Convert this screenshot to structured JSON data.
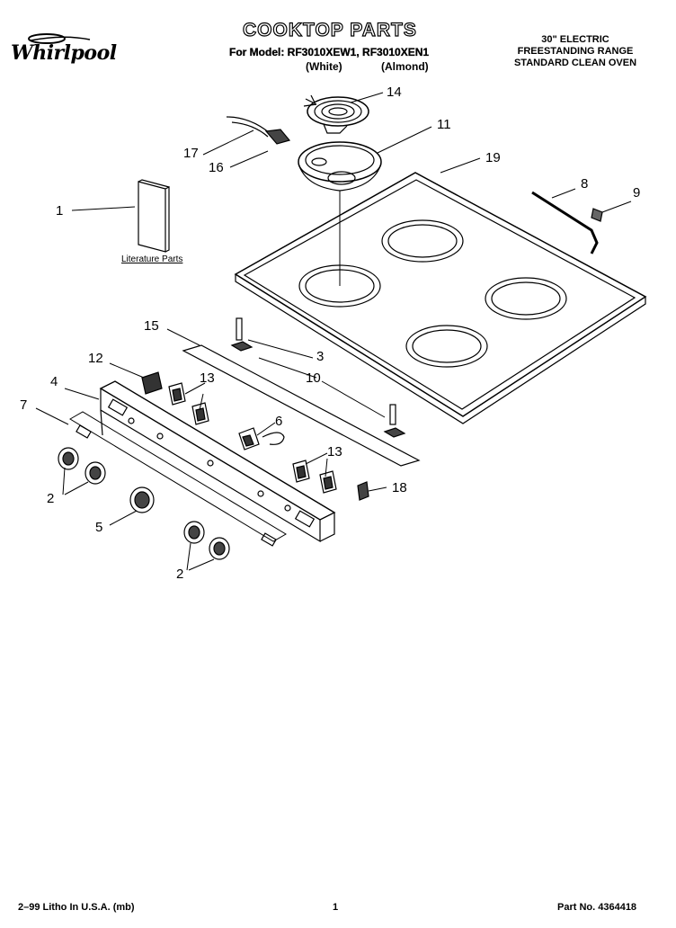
{
  "brand": {
    "logo_text": "Whirlpool"
  },
  "header": {
    "title": "COOKTOP PARTS",
    "model_line": "For Model: RF3010XEW1, RF3010XEN1",
    "color_white": "(White)",
    "color_almond": "(Almond)",
    "spec_lines": [
      "30\" ELECTRIC",
      "FREESTANDING RANGE",
      "STANDARD CLEAN OVEN"
    ]
  },
  "literature_parts_label": "Literature Parts",
  "callouts": {
    "c1": "1",
    "c2a": "2",
    "c2b": "2",
    "c3": "3",
    "c4": "4",
    "c5": "5",
    "c6": "6",
    "c7": "7",
    "c8": "8",
    "c9": "9",
    "c10": "10",
    "c11": "11",
    "c12": "12",
    "c13a": "13",
    "c13b": "13",
    "c14": "14",
    "c15": "15",
    "c16": "16",
    "c17": "17",
    "c18": "18",
    "c19": "19"
  },
  "footer": {
    "litho": "2–99 Litho In U.S.A. (mb)",
    "page_number": "1",
    "part_number": "Part No. 4364418"
  }
}
